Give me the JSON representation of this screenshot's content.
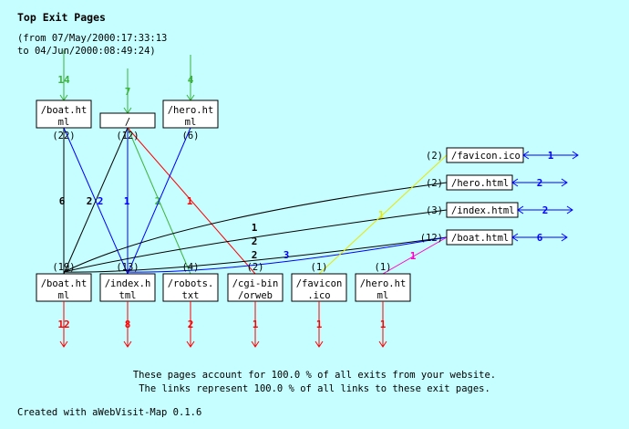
{
  "header": {
    "title": "Top Exit Pages",
    "range_line1": "(from 07/May/2000:17:33:13",
    "range_line2": "to 04/Jun/2000:08:49:24)"
  },
  "colors": {
    "background": "#c6fdff",
    "green": "#3cb43c",
    "blue": "#0000ff",
    "red": "#ff0000",
    "black": "#000000",
    "yellow": "#e8e800",
    "magenta": "#ff00c8"
  },
  "entry_pages": [
    {
      "line1": "/boat.ht",
      "line2": "ml",
      "count": "(22)",
      "incoming": "14"
    },
    {
      "line1": "/",
      "line2": "",
      "count": "(12)",
      "incoming": "7"
    },
    {
      "line1": "/hero.ht",
      "line2": "ml",
      "count": "(6)",
      "incoming": "4"
    }
  ],
  "exit_pages": [
    {
      "line1": "/boat.ht",
      "line2": "ml",
      "count": "(19)",
      "exits": "12"
    },
    {
      "line1": "/index.h",
      "line2": "tml",
      "count": "(13)",
      "exits": "8"
    },
    {
      "line1": "/robots.",
      "line2": "txt",
      "count": "(4)",
      "exits": "2"
    },
    {
      "line1": "/cgi-bin",
      "line2": "/orweb",
      "count": "(2)",
      "exits": "1"
    },
    {
      "line1": "/favicon",
      "line2": ".ico",
      "count": "(1)",
      "exits": "1"
    },
    {
      "line1": "/hero.ht",
      "line2": "ml",
      "count": "(1)",
      "exits": "1"
    }
  ],
  "side_pages": [
    {
      "label": "/favicon.ico",
      "count": "(2)",
      "links": "1"
    },
    {
      "label": "/hero.html",
      "count": "(2)",
      "links": "2"
    },
    {
      "label": "/index.html",
      "count": "(3)",
      "links": "2"
    },
    {
      "label": "/boat.html",
      "count": "(12)",
      "links": "6"
    }
  ],
  "links": [
    {
      "from": "entry:0",
      "to": "exit:0",
      "value": "6",
      "color": "black"
    },
    {
      "from": "entry:0",
      "to": "exit:1",
      "value": "2",
      "color": "blue"
    },
    {
      "from": "entry:1",
      "to": "exit:0",
      "value": "2",
      "color": "black"
    },
    {
      "from": "entry:1",
      "to": "exit:1",
      "value": "1",
      "color": "blue"
    },
    {
      "from": "entry:1",
      "to": "exit:2",
      "value": "2",
      "color": "green"
    },
    {
      "from": "entry:1",
      "to": "exit:3",
      "value": "1",
      "color": "red"
    },
    {
      "from": "entry:2",
      "to": "exit:1",
      "value": "",
      "color": "blue"
    },
    {
      "from": "exit:0",
      "to": "side:1",
      "value": "1",
      "color": "black"
    },
    {
      "from": "exit:0",
      "to": "side:2",
      "value": "2",
      "color": "black"
    },
    {
      "from": "exit:0",
      "to": "side:3",
      "value": "2",
      "color": "black"
    },
    {
      "from": "exit:1",
      "to": "side:3",
      "value": "3",
      "color": "blue"
    },
    {
      "from": "exit:4",
      "to": "side:0",
      "value": "1",
      "color": "yellow"
    },
    {
      "from": "exit:5",
      "to": "side:3",
      "value": "1",
      "color": "magenta"
    }
  ],
  "footer": {
    "summary1": "These pages account for 100.0 % of all exits from your website.",
    "summary2": "The links represent 100.0 % of all links to these exit pages.",
    "credit": "Created with aWebVisit-Map 0.1.6"
  }
}
